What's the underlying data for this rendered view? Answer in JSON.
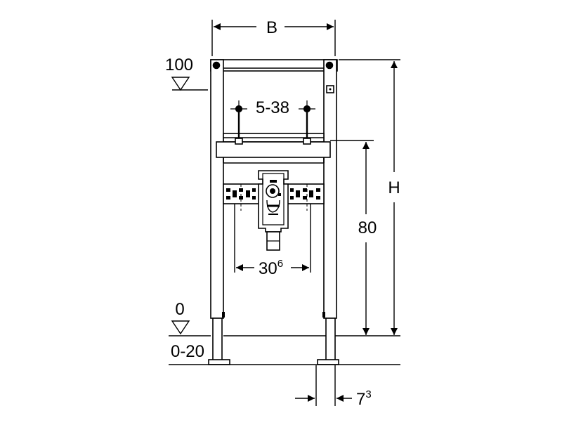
{
  "dimensions": {
    "width": {
      "label": "B"
    },
    "height": {
      "label": "H"
    },
    "fixing_distance": {
      "label": "5-38"
    },
    "outlet_height": {
      "label": "80"
    },
    "outlet_spacing": {
      "base": "30",
      "sup": "6"
    },
    "depth": {
      "base": "7",
      "sup": "3"
    }
  },
  "levels": {
    "top_mark": "100",
    "floor_mark": "0",
    "floor_range": "0-20"
  },
  "colors": {
    "line": "#000000",
    "background": "#ffffff"
  }
}
